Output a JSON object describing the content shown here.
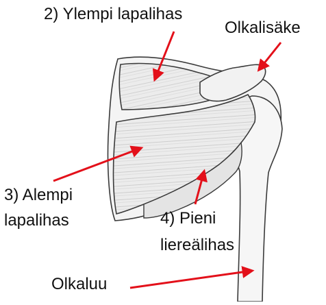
{
  "labels": {
    "supraspinatus": "2) Ylempi lapalihas",
    "acromion": "Olkalisäke",
    "infraspinatus_line1": "3) Alempi",
    "infraspinatus_line2": "lapalihas",
    "teres_minor_line1": "4) Pieni",
    "teres_minor_line2": "liereälihas",
    "humerus": "Olkaluu"
  },
  "colors": {
    "arrow": "#e3101a",
    "outline": "#3a3a3a",
    "muscle_fill": "#e9e9e9",
    "bone_fill": "#f6f6f6",
    "text": "#111111"
  }
}
